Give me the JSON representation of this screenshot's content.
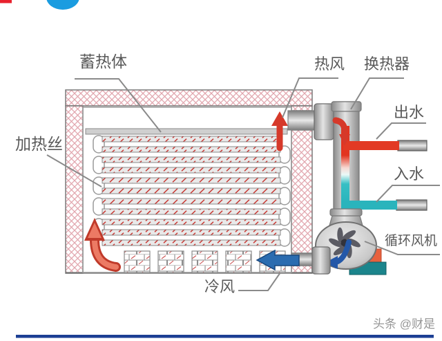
{
  "header": {
    "red_accent_color": "#e8212d",
    "logo_color": "#1a9ce0",
    "logo_dark_color": "#0f5fae"
  },
  "diagram": {
    "labels": {
      "heat_storage": "蓄热体",
      "heating_wire": "加热丝",
      "hot_air": "热风",
      "heat_exchanger": "换热器",
      "water_out": "出水",
      "water_in": "入水",
      "cold_air": "冷风",
      "circulating_fan": "循环风机"
    },
    "colors": {
      "hot": "#d6392a",
      "hot_pipe": "#e23a24",
      "cold_water": "#2ab4bc",
      "cold_air_arrow": "#2b6cb0",
      "fan_arrow": "#2458a8",
      "wall_hatch": "#e2a6ae",
      "orange_block": "#e8613e",
      "teal_block": "#1b858c",
      "label_text": "#595959",
      "leader_line": "#8a8a8a"
    }
  },
  "footer": {
    "watermark": "头条 @财是",
    "rule_color": "#1c3f94"
  }
}
